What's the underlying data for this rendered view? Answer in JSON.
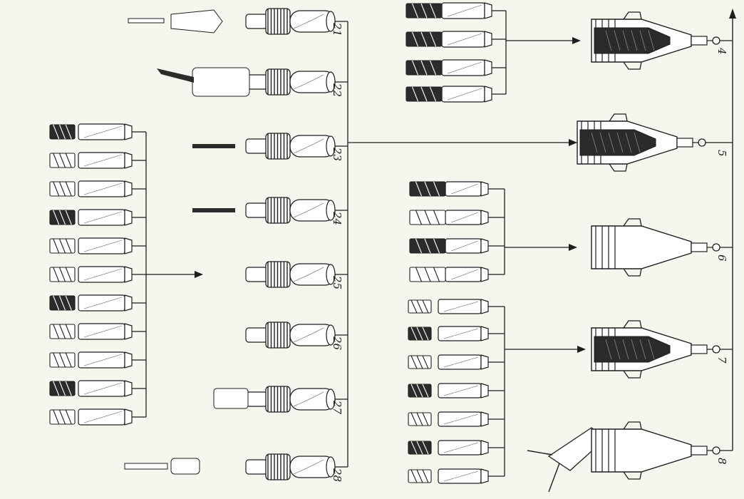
{
  "diagram": {
    "colors": {
      "paper": "#f6f5ee",
      "ink": "#1e1e1e",
      "shade": "#8a8a86",
      "dark": "#2b2b2b"
    },
    "center_adapters": [
      {
        "label": "21",
        "type": "chuck-collet"
      },
      {
        "label": "22",
        "type": "boring-head"
      },
      {
        "label": "23",
        "type": "drill-collet"
      },
      {
        "label": "24",
        "type": "drill-chuck"
      },
      {
        "label": "25",
        "type": "sleeve"
      },
      {
        "label": "26",
        "type": "tap-holder"
      },
      {
        "label": "27",
        "type": "cutter-holder"
      },
      {
        "label": "28",
        "type": "extension"
      }
    ],
    "spindle_holders": [
      {
        "label": "4",
        "type": "collet-holder"
      },
      {
        "label": "5",
        "type": "collet-holder-with-screw"
      },
      {
        "label": "6",
        "type": "taper-holder"
      },
      {
        "label": "7",
        "type": "spring-holder"
      },
      {
        "label": "8",
        "type": "angle-head"
      }
    ],
    "left_tools": [
      "end-mill",
      "step-drill",
      "boring-bar",
      "drill-chuck",
      "drill",
      "boring-tool",
      "grooving-tool",
      "knurl",
      "gear-cutter",
      "small-gear",
      "short-drill"
    ],
    "right_top_tools": [
      "spiral-mill",
      "twist-mill",
      "slot-cutter",
      "helical-mill"
    ],
    "right_mid_tools": [
      "fine-mill",
      "gear-hob",
      "four-flute-mill",
      "helical-cutter"
    ],
    "right_bottom_tools": [
      "step-drill",
      "boring-bar",
      "drill-chuck",
      "plain-shank",
      "gear-cutter",
      "small-gear",
      "short-drill"
    ]
  }
}
